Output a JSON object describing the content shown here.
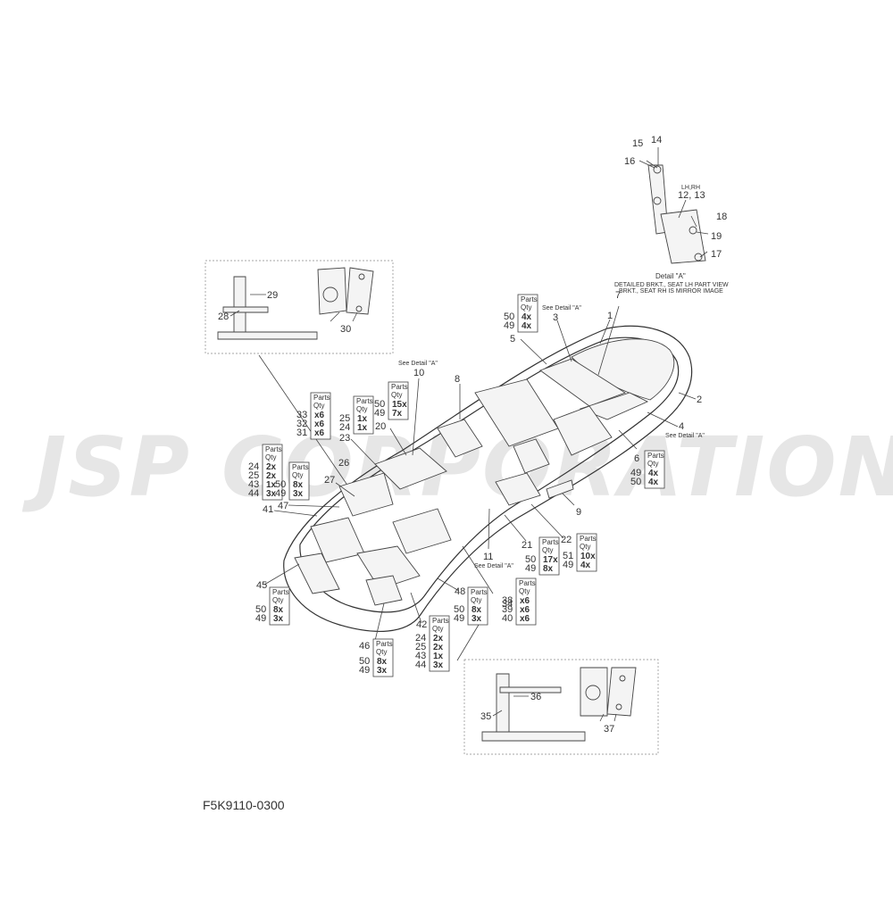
{
  "watermark": "JSP CORPORATION",
  "diagram_code": "F5K9110-0300",
  "detail": {
    "title": "Detail \"A\"",
    "note_line1": "DETAILED BRKT., SEAT LH PART VIEW",
    "note_line2": "BRKT., SEAT RH IS MIRROR IMAGE",
    "side_label": "LH,RH",
    "callouts": [
      "15",
      "14",
      "16",
      "12, 13",
      "18",
      "19",
      "17"
    ]
  },
  "see_detail_text": "See Detail \"A\"",
  "parts_label": "Parts",
  "qty_label": "Qty",
  "callouts": {
    "c1": "1",
    "c2": "2",
    "c3": "3",
    "c4": "4",
    "c5": "5",
    "c6": "6",
    "c7": "7",
    "c8": "8",
    "c9": "9",
    "c10": "10",
    "c11": "11",
    "c20": "20",
    "c21": "21",
    "c22": "22",
    "c23": "23",
    "c26": "26",
    "c27": "27",
    "c28": "28",
    "c29": "29",
    "c30": "30",
    "c34": "34",
    "c35": "35",
    "c36": "36",
    "c37": "37",
    "c41": "41",
    "c42": "42",
    "c45": "45",
    "c46": "46",
    "c47": "47",
    "c48": "48"
  },
  "qty_tables": [
    {
      "id": "q1",
      "rows": [
        [
          "50",
          "4x"
        ],
        [
          "49",
          "4x"
        ]
      ]
    },
    {
      "id": "q2",
      "rows": [
        [
          "49",
          "4x"
        ],
        [
          "50",
          "4x"
        ]
      ]
    },
    {
      "id": "q3",
      "rows": [
        [
          "50",
          "15x"
        ],
        [
          "49",
          "7x"
        ]
      ]
    },
    {
      "id": "q4",
      "rows": [
        [
          "25",
          "1x"
        ],
        [
          "24",
          "1x"
        ]
      ]
    },
    {
      "id": "q5",
      "rows": [
        [
          "33",
          "x6"
        ],
        [
          "32",
          "x6"
        ],
        [
          "31",
          "x6"
        ]
      ]
    },
    {
      "id": "q6",
      "rows": [
        [
          "24",
          "2x"
        ],
        [
          "25",
          "2x"
        ],
        [
          "43",
          "1x"
        ],
        [
          "44",
          "3x"
        ]
      ]
    },
    {
      "id": "q7",
      "rows": [
        [
          "50",
          "8x"
        ],
        [
          "49",
          "3x"
        ]
      ]
    },
    {
      "id": "q8",
      "rows": [
        [
          "50",
          "17x"
        ],
        [
          "49",
          "8x"
        ]
      ]
    },
    {
      "id": "q9",
      "rows": [
        [
          "51",
          "10x"
        ],
        [
          "49",
          "4x"
        ]
      ]
    },
    {
      "id": "q10",
      "rows": [
        [
          "50",
          "8x"
        ],
        [
          "49",
          "3x"
        ]
      ]
    },
    {
      "id": "q11",
      "rows": [
        [
          "50",
          "8x"
        ],
        [
          "49",
          "3x"
        ]
      ]
    },
    {
      "id": "q12",
      "rows": [
        [
          "38",
          "x6"
        ],
        [
          "39",
          "x6"
        ],
        [
          "40",
          "x6"
        ]
      ]
    },
    {
      "id": "q13",
      "rows": [
        [
          "24",
          "2x"
        ],
        [
          "25",
          "2x"
        ],
        [
          "43",
          "1x"
        ],
        [
          "44",
          "3x"
        ]
      ]
    },
    {
      "id": "q14",
      "rows": [
        [
          "50",
          "8x"
        ],
        [
          "49",
          "3x"
        ]
      ]
    }
  ]
}
